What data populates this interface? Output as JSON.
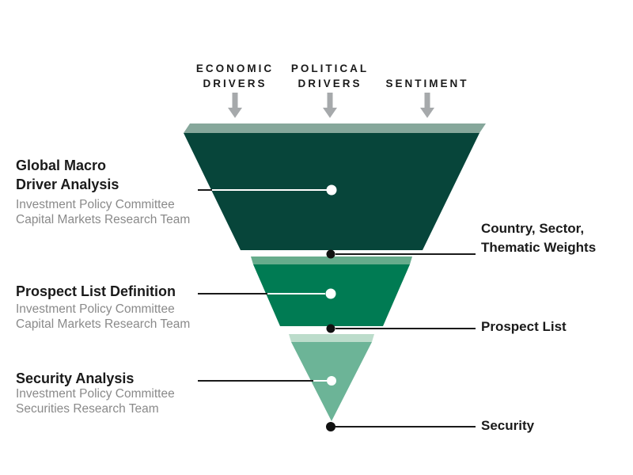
{
  "inputs": [
    {
      "label": "ECONOMIC\nDRIVERS"
    },
    {
      "label": "POLITICAL\nDRIVERS"
    },
    {
      "label": "SENTIMENT"
    }
  ],
  "stages": [
    {
      "title": "Global Macro\nDriver Analysis",
      "team": "Investment Policy Committee\nCapital Markets Research Team",
      "output": "Country, Sector,\nThematic Weights",
      "fill": "#07453A",
      "top_fill": "#86A79B"
    },
    {
      "title": "Prospect List Definition",
      "team": "Investment Policy Committee\nCapital Markets Research Team",
      "output": "Prospect List",
      "fill": "#007B53",
      "top_fill": "#66AC8C"
    },
    {
      "title": "Security Analysis",
      "team": "Investment Policy Committee\nSecurities Research Team",
      "output": "Security",
      "fill": "#6CB497",
      "top_fill": "#BCDCCB"
    }
  ],
  "colors": {
    "arrow": "#A6A9AB",
    "connector_dark": "#1A1A1A",
    "connector_light": "#FFFFFF",
    "dot_light": "#FFFFFF",
    "dot_dark": "#111111",
    "title_text": "#1A1A1A",
    "team_text": "#8A8A8A"
  }
}
